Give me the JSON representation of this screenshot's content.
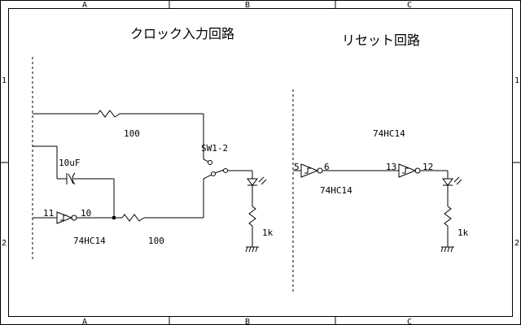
{
  "frame": {
    "col_labels": [
      "A",
      "B",
      "C"
    ],
    "row_labels": [
      "1",
      "2"
    ]
  },
  "titles": {
    "clock": "クロック入力回路",
    "reset": "リセット回路"
  },
  "clock_circuit": {
    "r_top": "100",
    "cap": "10uF",
    "switch": "SW1-2",
    "inv_in_pin": "11",
    "inv_out_pin": "10",
    "ic": "74HC14",
    "r_bottom": "100",
    "r_led": "1k"
  },
  "reset_circuit": {
    "ic_top": "74HC14",
    "inv1_in_pin": "5",
    "inv1_out_pin": "6",
    "ic_bottom": "74HC14",
    "inv2_in_pin": "13",
    "inv2_out_pin": "12",
    "r_led": "1k"
  }
}
